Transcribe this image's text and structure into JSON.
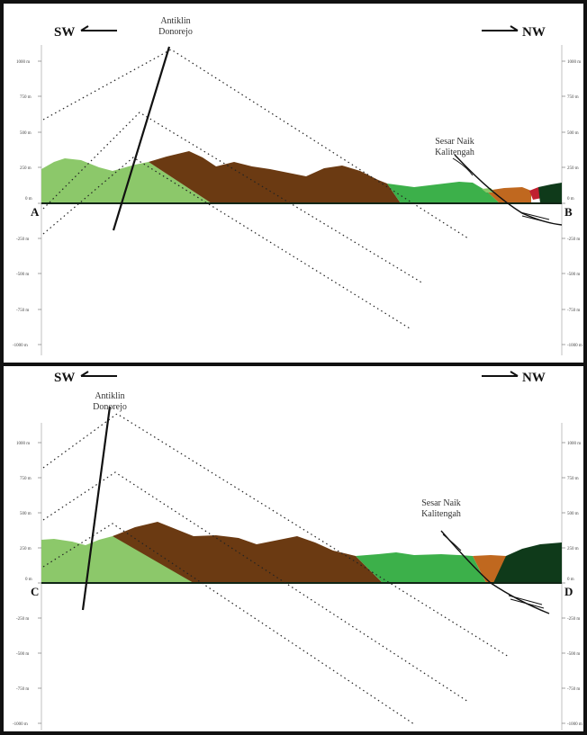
{
  "sections": [
    {
      "left_direction": "SW",
      "right_direction": "NW",
      "start_point": "A",
      "end_point": "B",
      "anticline_label": [
        "Antiklin",
        "Donorejo"
      ],
      "fault_label": [
        "Sesar Naik",
        "Kalitengah"
      ],
      "left_ticks": [
        "1000 m",
        "750 m",
        "500 m",
        "250 m",
        "0 m",
        "-250 m",
        "-500 m",
        "-750 m",
        "-1000 m"
      ],
      "right_ticks": [
        "1000 m",
        "750 m",
        "500 m",
        "250 m",
        "0 m",
        "-250 m",
        "-500 m",
        "-750 m",
        "-1000 m"
      ]
    },
    {
      "left_direction": "SW",
      "right_direction": "NW",
      "start_point": "C",
      "end_point": "D",
      "anticline_label": [
        "Antiklin",
        "Donorejo"
      ],
      "fault_label": [
        "Sesar Naik",
        "Kalitengah"
      ],
      "left_ticks": [
        "1000 m",
        "750 m",
        "500 m",
        "250 m",
        "0 m",
        "-250 m",
        "-500 m",
        "-750 m",
        "-1000 m"
      ],
      "right_ticks": [
        "1000 m",
        "750 m",
        "500 m",
        "250 m",
        "0 m",
        "-250 m",
        "-500 m",
        "-750 m",
        "-1000 m"
      ]
    }
  ],
  "units": [
    {
      "name": "light-green-unit",
      "color": "#8cc86a"
    },
    {
      "name": "brown-unit",
      "color": "#6b3a12"
    },
    {
      "name": "green-unit",
      "color": "#3cb04a"
    },
    {
      "name": "orange-unit",
      "color": "#c0681f"
    },
    {
      "name": "dark-green-unit",
      "color": "#0f3a1a"
    }
  ]
}
